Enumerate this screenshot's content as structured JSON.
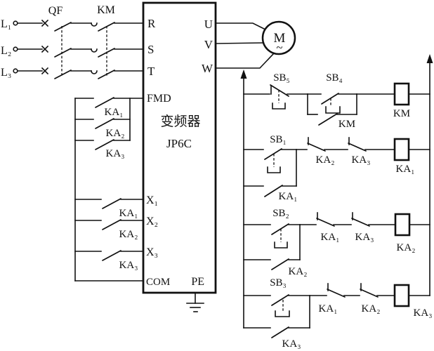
{
  "power": {
    "phases": [
      "L₁",
      "L₂",
      "L₃"
    ],
    "breaker": "QF",
    "contactor": "KM"
  },
  "inverter": {
    "title": "变频器",
    "model": "JP6C",
    "left_terminals": [
      "R",
      "S",
      "T",
      "FMD",
      "X₁",
      "X₂",
      "X₃",
      "COM"
    ],
    "right_terminals": [
      "U",
      "V",
      "W"
    ],
    "ground_terminal": "PE"
  },
  "fmd_branch": {
    "contacts": [
      "KA₁",
      "KA₂",
      "KA₃"
    ]
  },
  "x_branch": {
    "contacts": [
      "KA₁",
      "KA₂",
      "KA₃"
    ]
  },
  "motor": {
    "label": "M",
    "wave": "~"
  },
  "control": {
    "rung1": {
      "stop": "SB₅",
      "start": "SB₄",
      "seal": "KM",
      "coil": "KM"
    },
    "rung2": {
      "start": "SB₁",
      "seal": "KA₁",
      "nc1": "KA₂",
      "nc2": "KA₃",
      "coil": "KA₁"
    },
    "rung3": {
      "start": "SB₂",
      "seal": "KA₂",
      "nc1": "KA₁",
      "nc2": "KA₃",
      "coil": "KA₂"
    },
    "rung4": {
      "start": "SB₃",
      "seal": "KA₃",
      "nc1": "KA₁",
      "nc2": "KA₂",
      "coil": "KA₃"
    }
  }
}
